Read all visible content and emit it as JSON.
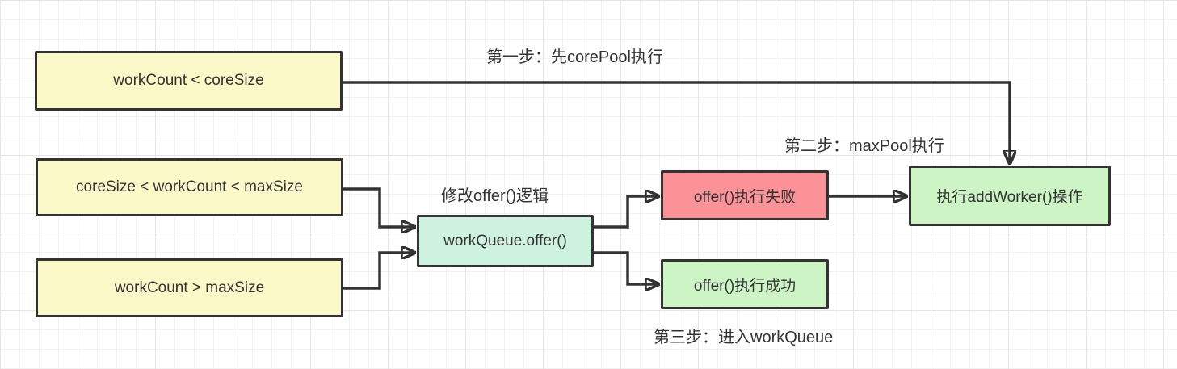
{
  "diagram": {
    "nodes": {
      "core": {
        "label": "workCount < coreSize"
      },
      "mid": {
        "label": "coreSize < workCount < maxSize"
      },
      "over": {
        "label": "workCount > maxSize"
      },
      "queue": {
        "label": "workQueue.offer()"
      },
      "fail": {
        "label": "offer()执行失败"
      },
      "success": {
        "label": "offer()执行成功"
      },
      "addworker": {
        "label": "执行addWorker()操作"
      }
    },
    "annotations": {
      "step1": "第一步：先corePool执行",
      "offer_logic": "修改offer()逻辑",
      "step2": "第二步：maxPool执行",
      "step3": "第三步：进入workQueue"
    }
  },
  "colors": {
    "node-yellow": "#fbf9c8",
    "node-teal": "#cdf3e0",
    "node-red": "#fb9298",
    "node-green": "#ccf4c4",
    "node-border": "#333333",
    "connector": "#333333",
    "text": "#333333"
  }
}
